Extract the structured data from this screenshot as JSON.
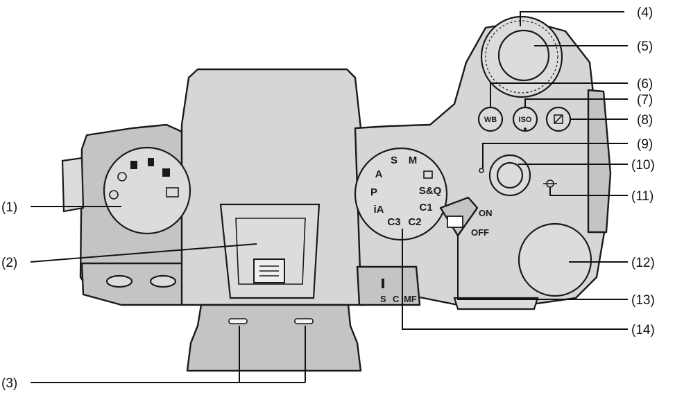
{
  "figure": {
    "labels": [
      "(1)",
      "(2)",
      "(3)",
      "(4)",
      "(5)",
      "(6)",
      "(7)",
      "(8)",
      "(9)",
      "(10)",
      "(11)",
      "(12)",
      "(13)",
      "(14)"
    ]
  },
  "markings": {
    "wb_button": "WB",
    "iso_button": "ISO",
    "power_on": "ON",
    "power_off": "OFF",
    "mode_dial": [
      "M",
      "S",
      "A",
      "P",
      "iA",
      "C3",
      "C2",
      "C1",
      "S&Q"
    ],
    "mode_lever": [
      "S",
      "C",
      "MF"
    ]
  },
  "colors": {
    "body": "#d6d6d6",
    "outline": "#1a1a1a",
    "leader_lines": "#111111",
    "background": "#ffffff"
  }
}
